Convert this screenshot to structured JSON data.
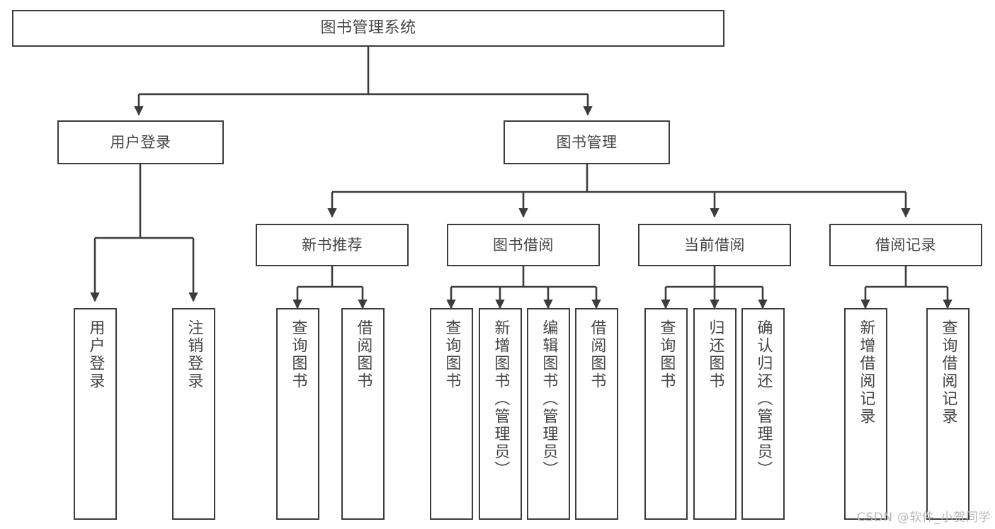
{
  "diagram": {
    "title": "图书管理系统",
    "type": "tree",
    "style": {
      "box_border_color": "#3c3c3c",
      "box_fill_color": "#ffffff",
      "text_color": "#46464a",
      "line_color": "#3c3c3c",
      "background": "#ffffff"
    },
    "watermark": "CSDN @软件_小贺同学"
  },
  "nodes": {
    "root": {
      "label": "图书管理系统"
    },
    "level2": [
      {
        "label": "用户登录"
      },
      {
        "label": "图书管理"
      }
    ],
    "level3": [
      {
        "label": "新书推荐"
      },
      {
        "label": "图书借阅"
      },
      {
        "label": "当前借阅"
      },
      {
        "label": "借阅记录"
      }
    ],
    "leaves": [
      {
        "label": "用户登录"
      },
      {
        "label": "注销登录"
      },
      {
        "label": "查询图书"
      },
      {
        "label": "借阅图书"
      },
      {
        "label": "查询图书"
      },
      {
        "label": "新增图书（管理员）"
      },
      {
        "label": "编辑图书（管理员）"
      },
      {
        "label": "借阅图书"
      },
      {
        "label": "查询图书"
      },
      {
        "label": "归还图书"
      },
      {
        "label": "确认归还（管理员）"
      },
      {
        "label": "新增借阅记录"
      },
      {
        "label": "查询借阅记录"
      }
    ]
  },
  "tree_structure": {
    "图书管理系统": {
      "用户登录": [
        "用户登录",
        "注销登录"
      ],
      "图书管理": {
        "新书推荐": [
          "查询图书",
          "借阅图书"
        ],
        "图书借阅": [
          "查询图书",
          "新增图书（管理员）",
          "编辑图书（管理员）",
          "借阅图书"
        ],
        "当前借阅": [
          "查询图书",
          "归还图书",
          "确认归还（管理员）"
        ],
        "借阅记录": [
          "新增借阅记录",
          "查询借阅记录"
        ]
      }
    }
  }
}
